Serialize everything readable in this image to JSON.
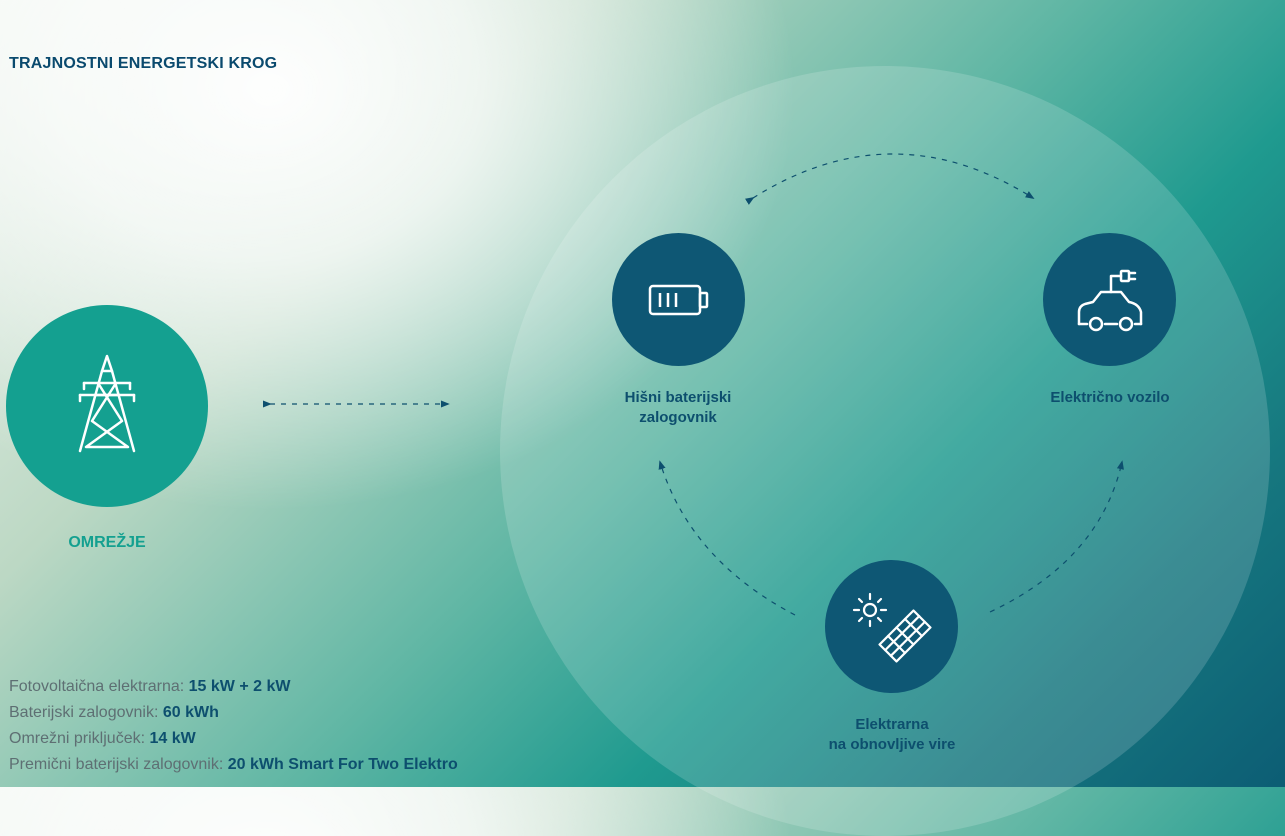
{
  "title": "TRAJNOSTNI ENERGETSKI KROG",
  "nodes": {
    "grid": {
      "label": "OMREŽJE",
      "icon": "power-pylon-icon",
      "color": "#14a090"
    },
    "battery": {
      "label": "Hišni baterijski\nzalogovnik",
      "icon": "battery-icon",
      "color": "#0e5774"
    },
    "ev": {
      "label": "Električno vozilo",
      "icon": "electric-car-icon",
      "color": "#0e5774"
    },
    "plant": {
      "label": "Elektrarna\nna obnovljive vire",
      "icon": "solar-panel-icon",
      "color": "#0e5774"
    }
  },
  "specs": [
    {
      "label": "Fotovoltaična elektrarna: ",
      "value": "15 kW + 2 kW"
    },
    {
      "label": "Baterijski zalogovnik: ",
      "value": "60 kWh"
    },
    {
      "label": "Omrežni priključek: ",
      "value": "14 kW"
    },
    {
      "label": "Premični baterijski zalogovnik: ",
      "value": "20 kWh Smart For Two Elektro"
    }
  ]
}
